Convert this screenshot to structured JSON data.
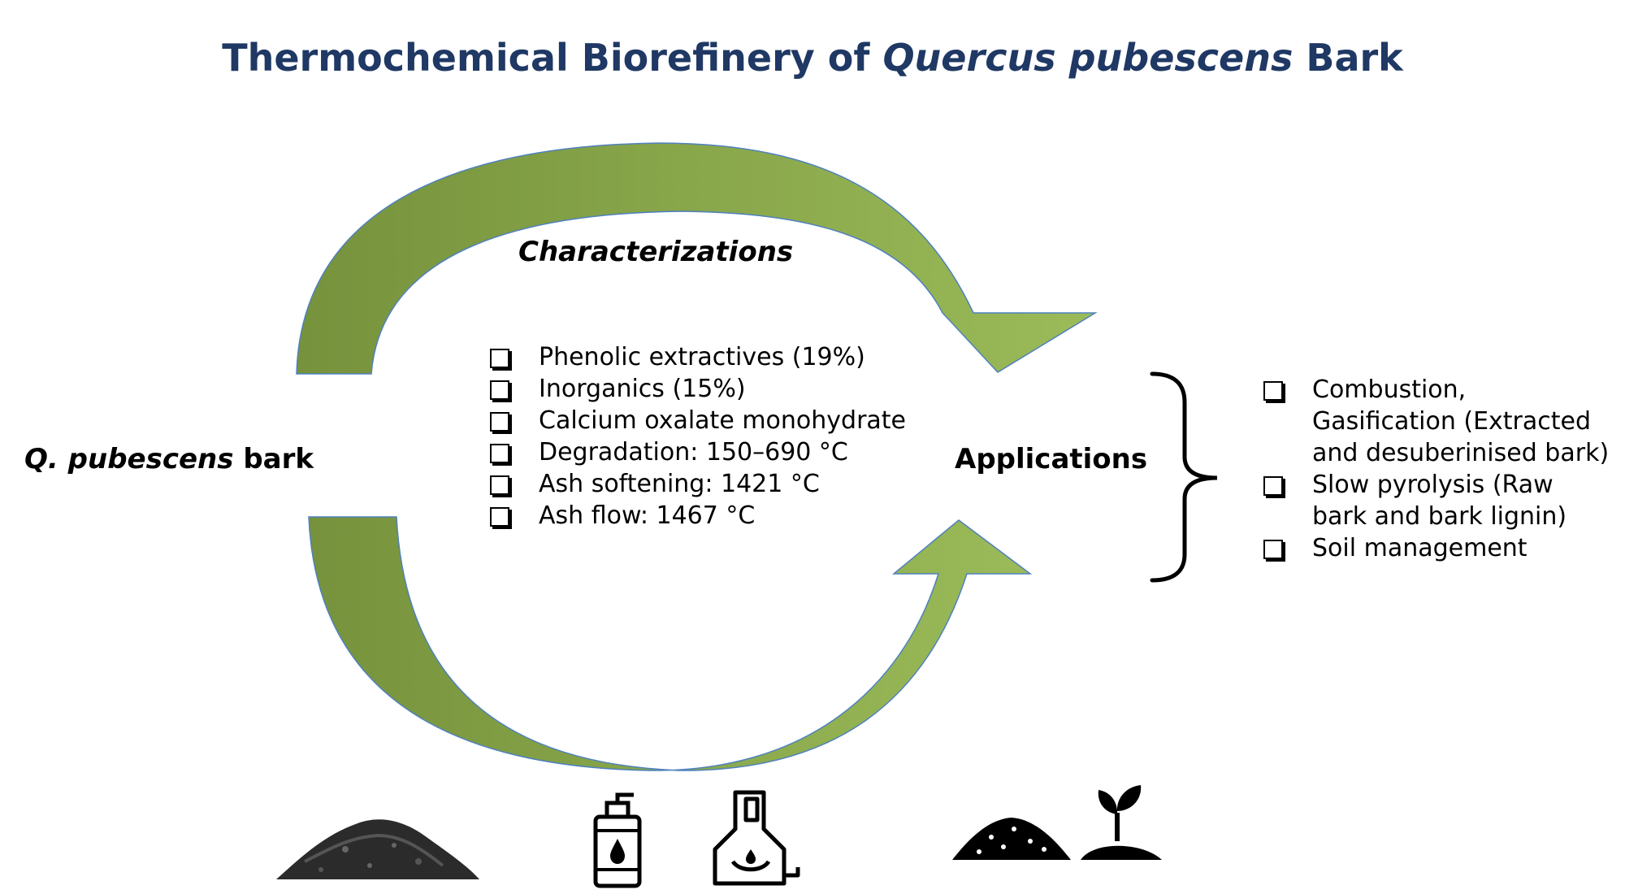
{
  "title": {
    "prefix": "Thermochemical Biorefinery of ",
    "italic": "Quercus pubescens",
    "suffix": " Bark"
  },
  "source": {
    "italic": "Q. pubescens",
    "rest": " bark"
  },
  "characterizations": {
    "heading": "Characterizations",
    "items": [
      "Phenolic extractives (19%)",
      "Inorganics (15%)",
      "Calcium oxalate monohydrate",
      "Degradation: 150–690 °C",
      "Ash softening: 1421 °C",
      "Ash flow: 1467 °C"
    ]
  },
  "applications": {
    "label": "Applications",
    "items": [
      "Combustion, Gasification (Extracted and desuberinised bark)",
      "Slow pyrolysis (Raw bark and bark lignin)",
      "Soil management"
    ]
  },
  "icons": [
    "bark-powder-icon",
    "oil-bottle-icon",
    "pyrolysis-reactor-icon",
    "soil-mound-icon",
    "seedling-icon"
  ],
  "colors": {
    "title": "#1f3864",
    "arrow_dark": "#76923c",
    "arrow_light": "#9bbb59",
    "arrow_outline": "#4f81bd"
  }
}
